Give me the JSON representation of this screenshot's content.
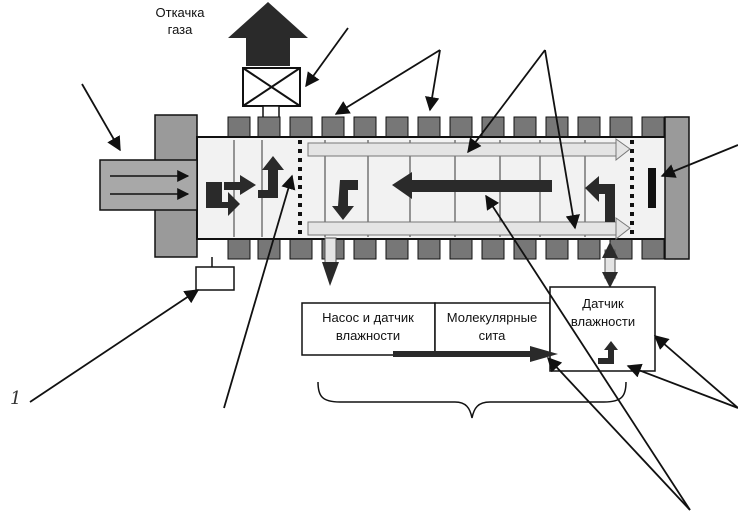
{
  "labels": {
    "gas_exhaust_line1": "Откачка",
    "gas_exhaust_line2": "газа",
    "pump_sensor_line1": "Насос и датчик",
    "pump_sensor_line2": "влажности",
    "mol_sieve_line1": "Молекулярные",
    "mol_sieve_line2": "сита",
    "humidity_sensor_line1": "Датчик",
    "humidity_sensor_line2": "влажности",
    "handwritten_number": "1"
  },
  "colors": {
    "line": "#111111",
    "fill_light": "#e6e6e6",
    "fill_mid": "#9a9a9a",
    "fill_dark": "#2a2a2a"
  }
}
